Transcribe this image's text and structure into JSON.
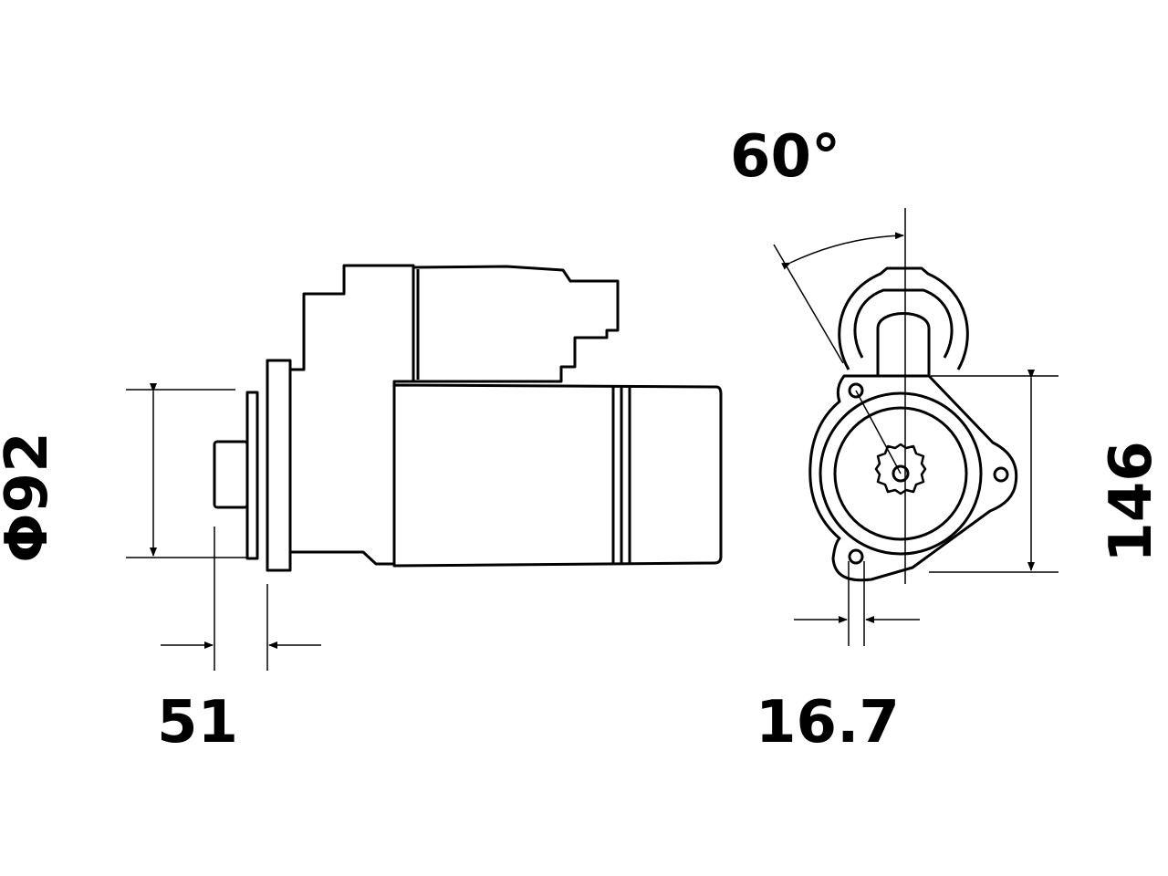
{
  "dimensions": {
    "angle": "60°",
    "diameter": "Φ92",
    "length": "51",
    "height": "146",
    "offset": "16.7"
  },
  "colors": {
    "line": "#000000",
    "background": "#ffffff"
  }
}
